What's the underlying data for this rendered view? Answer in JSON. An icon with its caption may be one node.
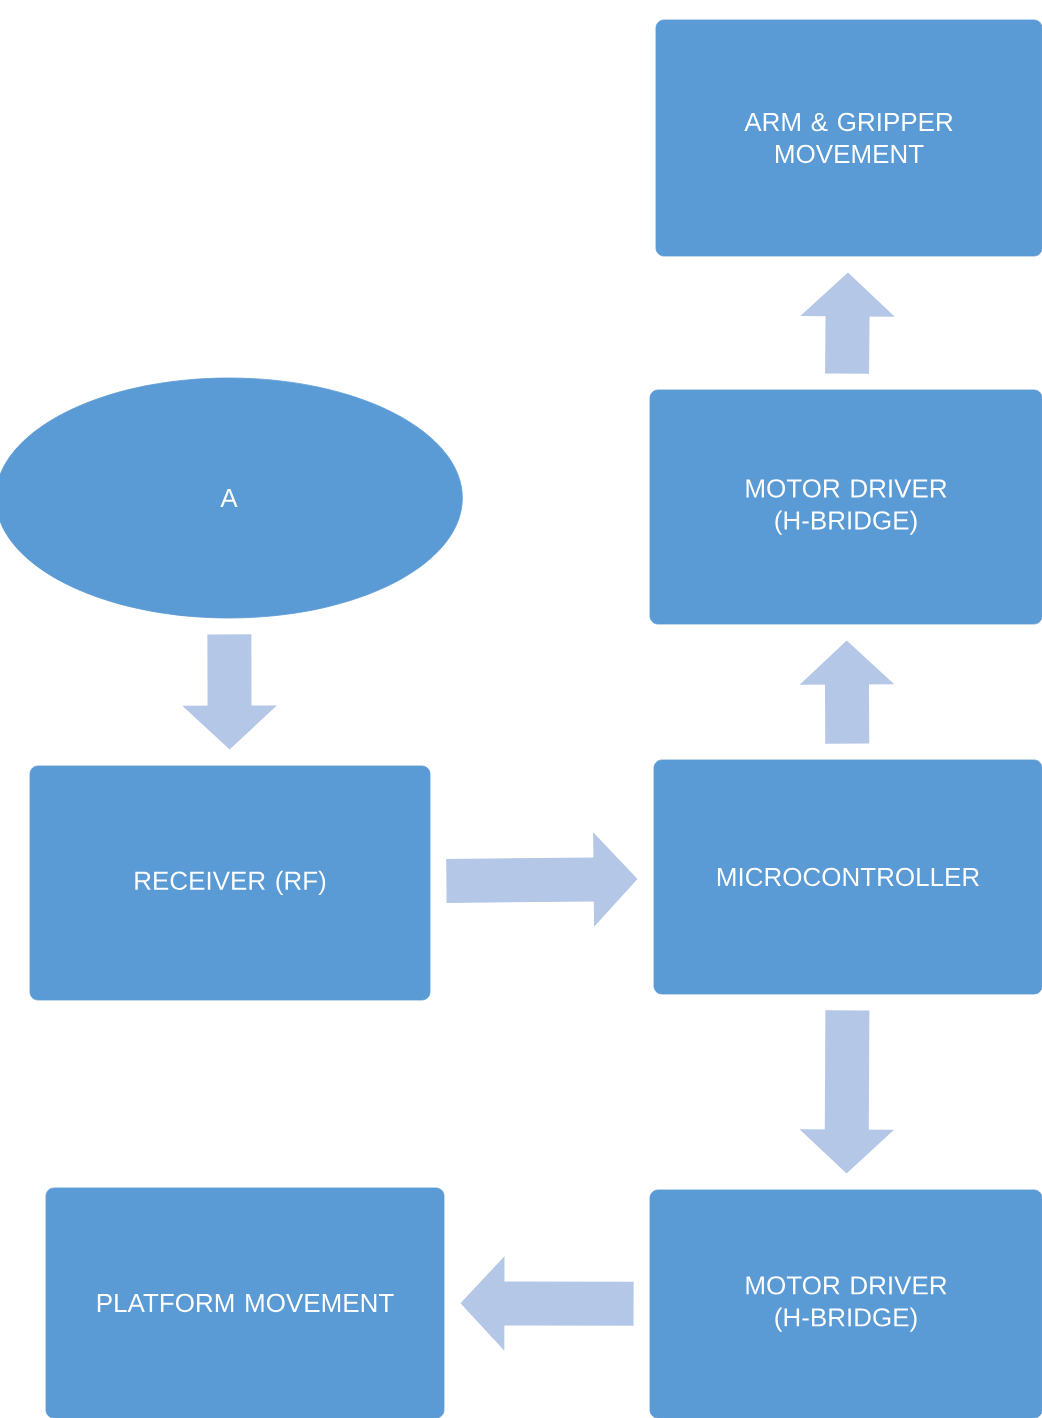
{
  "diagram": {
    "nodes": [
      {
        "text": [
          "A"
        ]
      },
      {
        "text": [
          "RECEIVER (RF)"
        ]
      },
      {
        "text": [
          "MICROCONTROLLER"
        ]
      },
      {
        "text": [
          "MOTOR DRIVER (H-BRIDGE)"
        ]
      },
      {
        "text": [
          "ARM & GRIPPER MOVEMENT"
        ]
      },
      {
        "text": [
          "MOTOR DRIVER (H-BRIDGE)"
        ]
      },
      {
        "text": [
          "PLATFORM MOVEMENT"
        ]
      }
    ],
    "edges": [
      {
        "from": 0,
        "to": 1,
        "arrow": "to"
      },
      {
        "from": 1,
        "to": 2,
        "arrow": "to"
      },
      {
        "from": 2,
        "to": 3,
        "arrow": "to"
      },
      {
        "from": 3,
        "to": 4,
        "arrow": "to"
      },
      {
        "from": 2,
        "to": 5,
        "arrow": "to"
      },
      {
        "from": 5,
        "to": 6,
        "arrow": "to"
      }
    ]
  }
}
